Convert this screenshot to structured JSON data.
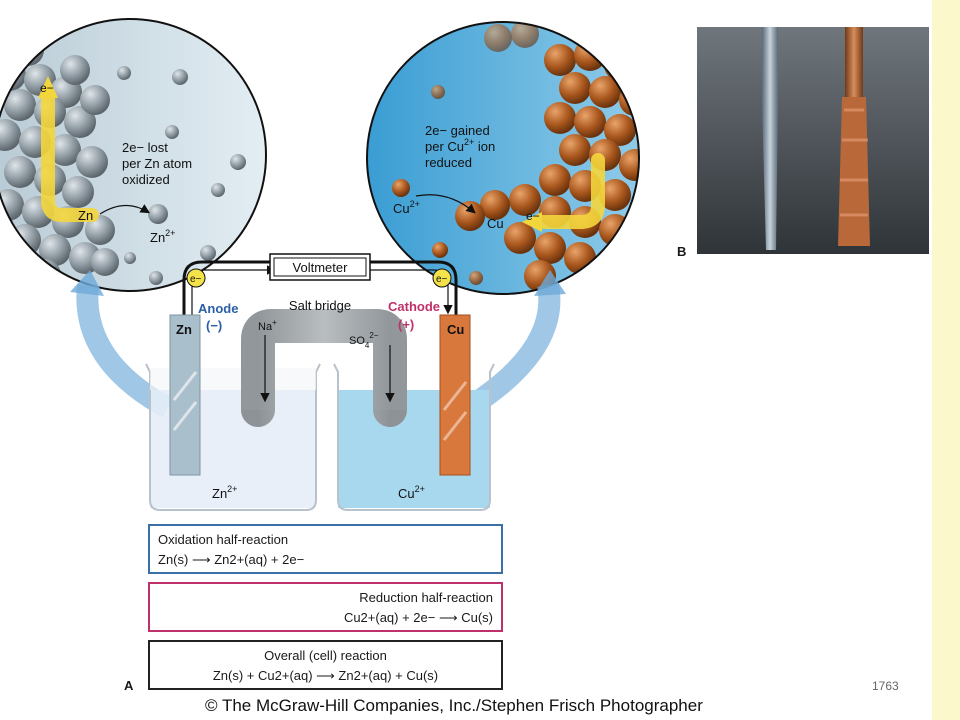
{
  "left_circle": {
    "electron": "e−",
    "note_lines": [
      "2e− lost",
      "per Zn atom",
      "oxidized"
    ],
    "atom_label": "Zn",
    "ion_label": "Zn",
    "ion_charge": "2+"
  },
  "right_circle": {
    "electron": "e−",
    "note_lines": [
      "2e− gained",
      "per Cu",
      "ion",
      "reduced"
    ],
    "note_charge": "2+",
    "ion_label": "Cu",
    "ion_charge": "2+",
    "atom_label": "Cu"
  },
  "cell": {
    "voltmeter": "Voltmeter",
    "electron_left": "e−",
    "electron_right": "e−",
    "anode_label": "Anode",
    "anode_sign": "(−)",
    "cathode_label": "Cathode",
    "cathode_sign": "(+)",
    "salt_bridge": "Salt bridge",
    "na_ion": "Na",
    "na_charge": "+",
    "so4_ion": "SO",
    "so4_sub": "4",
    "so4_charge": "2−",
    "zn_electrode": "Zn",
    "cu_electrode": "Cu",
    "zn_solution": "Zn",
    "zn_solution_charge": "2+",
    "cu_solution": "Cu",
    "cu_solution_charge": "2+"
  },
  "reactions": {
    "oxidation_title": "Oxidation half-reaction",
    "oxidation_equation": "Zn(s) ⟶ Zn2+(aq) + 2e−",
    "reduction_title": "Reduction half-reaction",
    "reduction_equation": "Cu2+(aq) + 2e− ⟶ Cu(s)",
    "overall_title": "Overall (cell) reaction",
    "overall_equation": "Zn(s) + Cu2+(aq) ⟶ Zn2+(aq) + Cu(s)"
  },
  "panel_labels": {
    "a": "A",
    "b": "B"
  },
  "credit": "© The McGraw-Hill Companies, Inc./Stephen Frisch Photographer",
  "page_number": "1763",
  "colors": {
    "ox_border": "#3a6fa8",
    "red_border": "#c0306a",
    "overall_border": "#222222",
    "anode_text": "#2b5fa8",
    "cathode_text": "#c0306a",
    "copper": "#d9783c",
    "zinc": "#9fb3c4",
    "solution_blue": "#a8d8ee",
    "accent_strip": "#fbf8cc"
  }
}
